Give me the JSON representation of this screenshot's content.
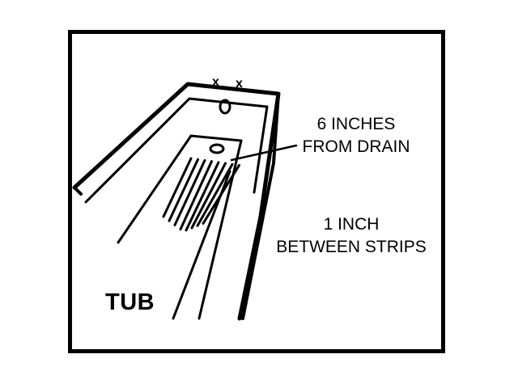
{
  "labels": {
    "drain": {
      "line1": "6 INCHES",
      "line2": "FROM DRAIN"
    },
    "strips": {
      "line1": "1 INCH",
      "line2": "BETWEEN STRIPS"
    },
    "tub": "TUB"
  },
  "markers": [
    "x",
    "x"
  ],
  "colors": {
    "ink": "#000000",
    "paper": "#ffffff"
  },
  "strip_count": 8
}
